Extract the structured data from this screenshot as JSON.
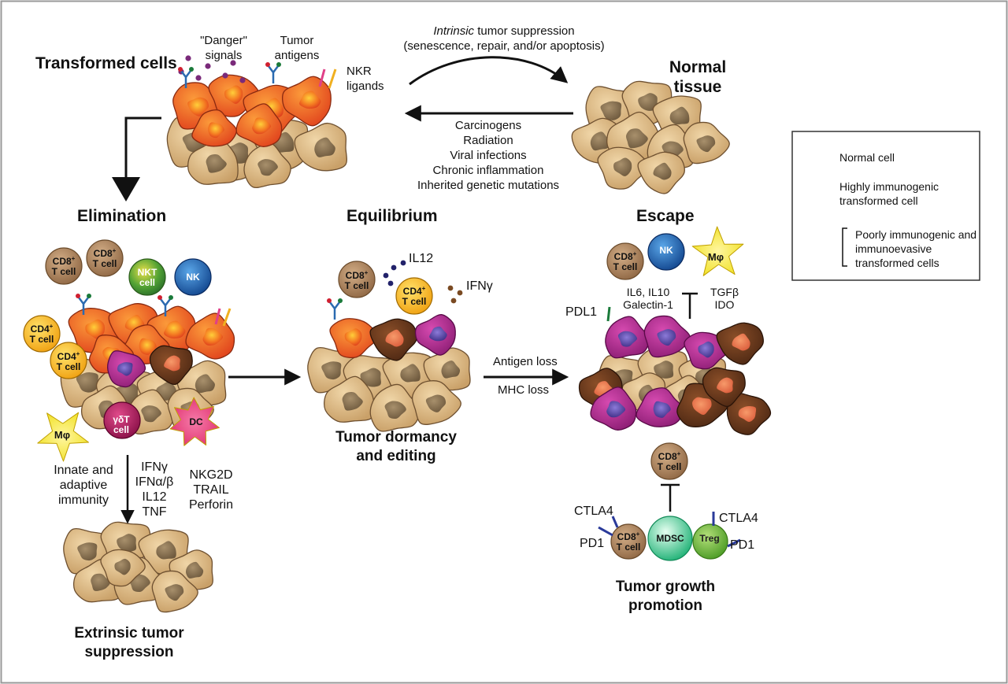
{
  "stages": {
    "transformed": "Transformed cells",
    "normal_tissue": "Normal tissue",
    "elimination": "Elimination",
    "equilibrium": "Equilibrium",
    "escape": "Escape",
    "extrinsic": "Extrinsic tumor suppression",
    "dormancy": "Tumor dormancy and editing",
    "growth": "Tumor growth promotion"
  },
  "top": {
    "danger": "\"Danger\" signals",
    "tumor_antigens": "Tumor antigens",
    "nkr": "NKR ligands",
    "intrinsic_em": "Intrinsic",
    "intrinsic_rest": " tumor suppression",
    "intrinsic_line2": "(senescence, repair, and/or apoptosis)",
    "causes": [
      "Carcinogens",
      "Radiation",
      "Viral infections",
      "Chronic inflammation",
      "Inherited genetic mutations"
    ]
  },
  "elimination_labels": {
    "cd8_a": "CD8+ T cell",
    "cd8_b": "CD8+ T cell",
    "nkt": "NKT cell",
    "nk": "NK",
    "cd4_a": "CD4+ T cell",
    "cd4_b": "CD4+ T cell",
    "mphi": "Mφ",
    "gdt": "γδT cell",
    "dc": "DC",
    "immunity": "Innate and adaptive immunity",
    "cytokines": [
      "IFNγ",
      "IFNα/β",
      "IL12",
      "TNF"
    ],
    "effectors": [
      "NKG2D",
      "TRAIL",
      "Perforin"
    ]
  },
  "equilibrium_labels": {
    "cd8": "CD8+ T cell",
    "cd4": "CD4+ T cell",
    "il12": "IL12",
    "ifng": "IFNγ",
    "antigen_loss": "Antigen loss",
    "mhc_loss": "MHC loss"
  },
  "escape_labels": {
    "cd8": "CD8+ T cell",
    "nk": "NK",
    "mphi": "Mφ",
    "il6": "IL6, IL10",
    "galectin": "Galectin-1",
    "tgfb": "TGFβ",
    "ido": "IDO",
    "pdl1": "PDL1",
    "cd8_top": "CD8+ T cell",
    "cd8_bottom": "CD8+ T cell",
    "mdsc": "MDSC",
    "treg": "Treg",
    "ctla4_left": "CTLA4",
    "ctla4_right": "CTLA4",
    "pd1_left": "PD1",
    "pd1_right": "PD1"
  },
  "legend": {
    "normal": "Normal cell",
    "highly": "Highly immunogenic transformed cell",
    "poorly": "Poorly immunogenic and immunoevasive transformed cells"
  },
  "colors": {
    "normal_cell": "#d9b57c",
    "normal_nucleus": "#8b7555",
    "transformed_cell": "#f36c21",
    "transformed_nucleus": "#e8472a",
    "brown_cell": "#6b3a1f",
    "magenta_cell": "#b0288c",
    "cd8": "#a87c55",
    "cd4": "#f7b51a",
    "nk": "#1f67b1",
    "nkt": "#3d8c2a",
    "mphi": "#f6ea32",
    "dc": "#ec3e8a",
    "gdt": "#b01e66",
    "mdsc": "#3cc28a",
    "treg": "#6cba3a"
  }
}
